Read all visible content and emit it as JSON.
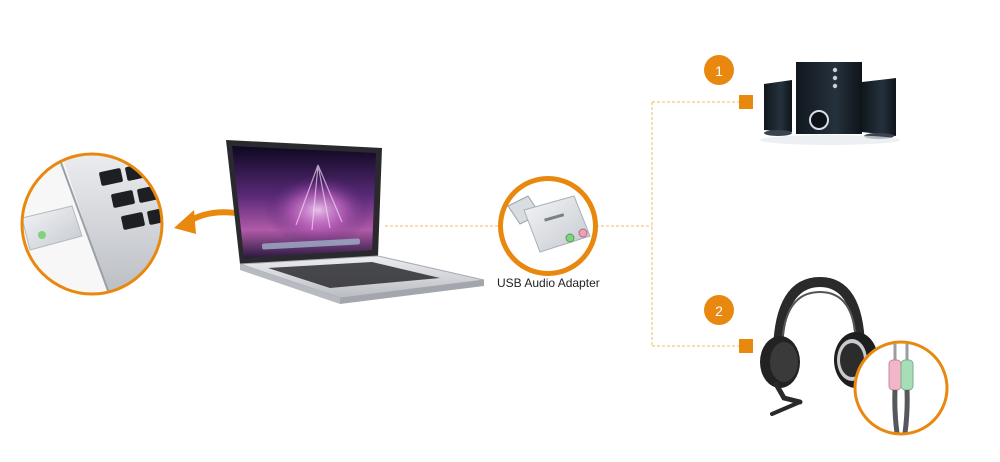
{
  "diagram": {
    "adapter_label": "USB Audio Adapter",
    "outputs": [
      {
        "number": "1",
        "device": "speakers"
      },
      {
        "number": "2",
        "device": "headset"
      }
    ]
  },
  "colors": {
    "accent": "#E8880E",
    "connector_line": "#F2B86A",
    "laptop_silver": "#D4D6DA",
    "screen_dark": "#1B1030",
    "screen_glow": "#C85AC0",
    "speaker_dark": "#1C2630",
    "headset_dark": "#2A2A2A",
    "plug_pink": "#F3B6C8",
    "plug_green": "#A8DDB8"
  },
  "icons": [
    "magnifier-circle",
    "laptop",
    "arrow-left",
    "usb-adapter",
    "speaker-set",
    "headset",
    "audio-plugs-circle"
  ]
}
